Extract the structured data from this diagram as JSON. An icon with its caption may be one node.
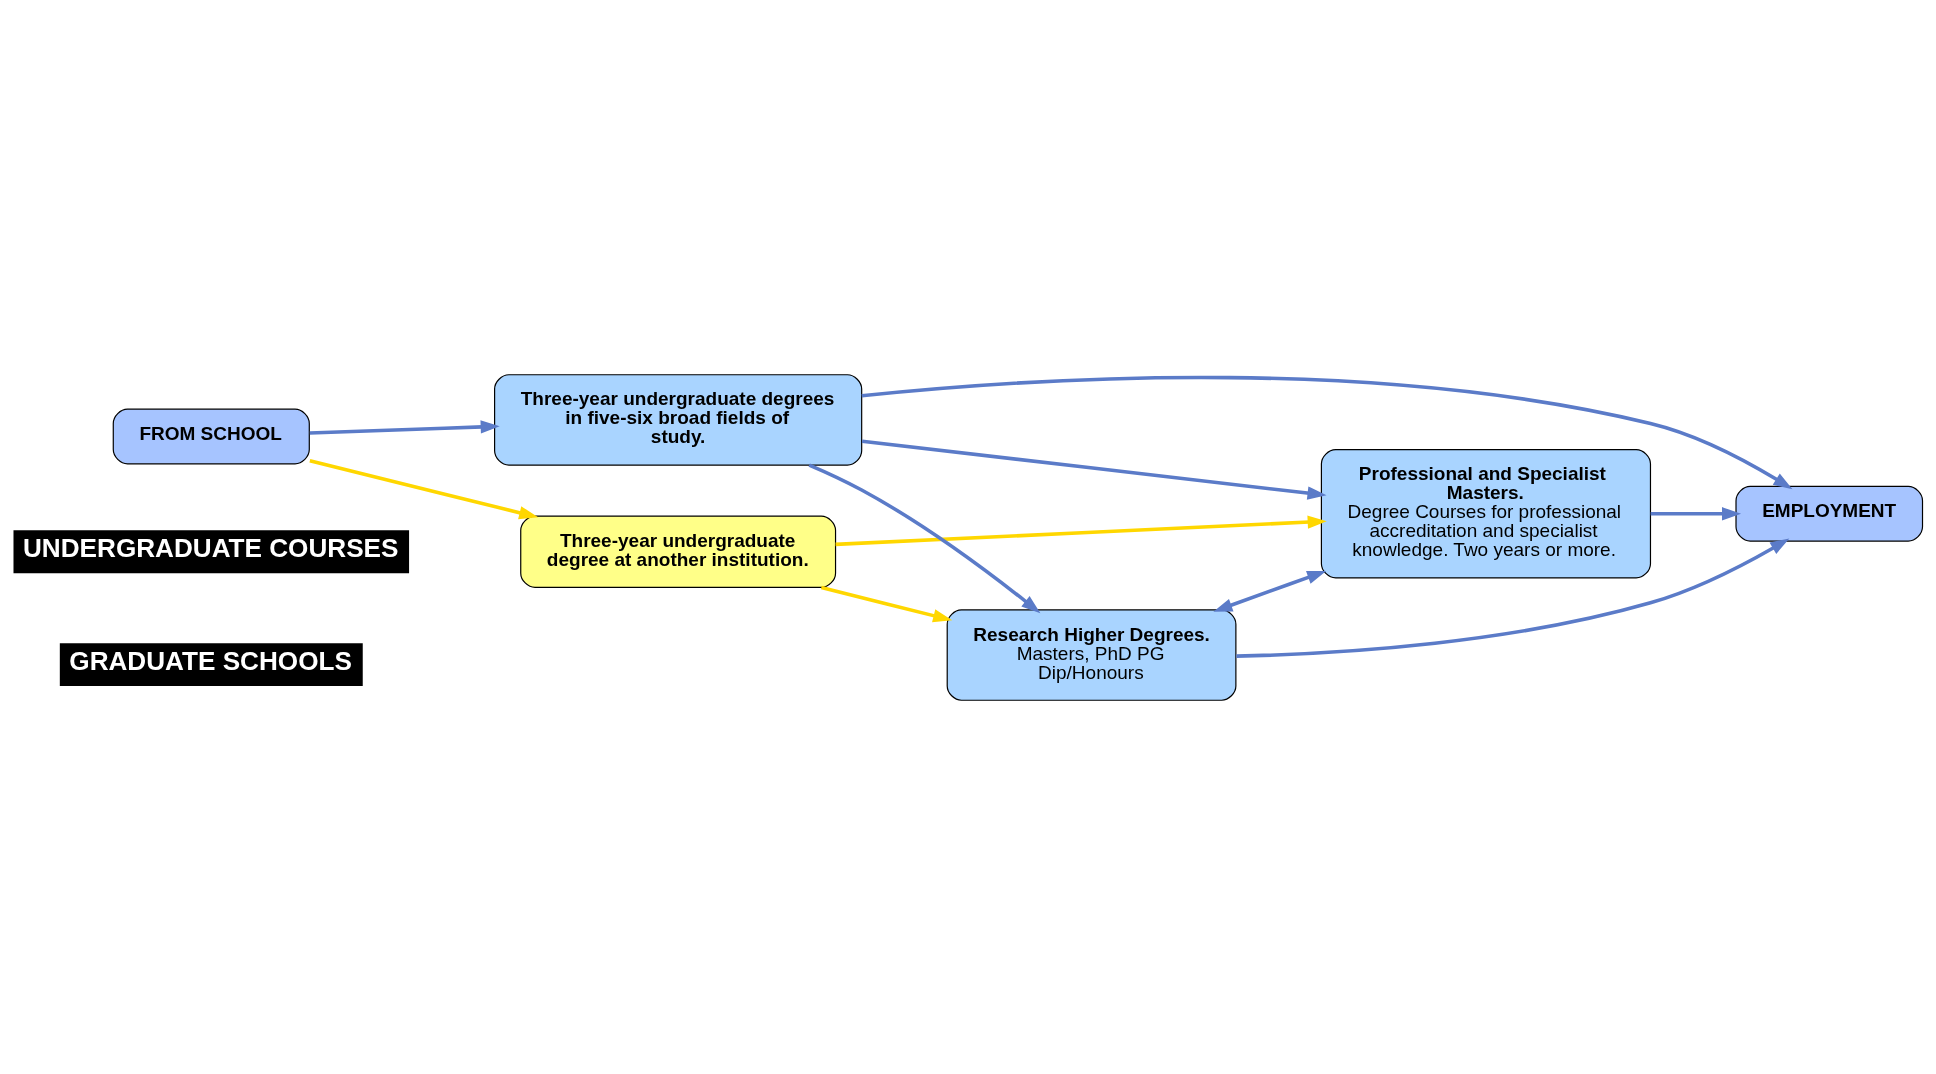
{
  "diagram": {
    "nodes": [
      {
        "text": [
          "FROM SCHOOL"
        ]
      },
      {
        "text": [
          "Three-year undergraduate degree at another institution."
        ]
      },
      {
        "text": [
          "Three-year undergraduate degrees in five-six broad fields of study."
        ]
      },
      {
        "text": [
          "Research Higher Degrees.",
          "Masters, PhD PG Dip/Honours"
        ]
      },
      {
        "text": [
          "Professional and Specialist  Masters.",
          "Degree Courses for professional accreditation and specialist knowledge. Two years or more."
        ]
      },
      {
        "text": [
          "EMPLOYMENT"
        ]
      }
    ],
    "edges": [
      {
        "from": 0,
        "to": 1,
        "arrow": "to",
        "color": "#ffd700"
      },
      {
        "from": 0,
        "to": 2,
        "arrow": "to"
      },
      {
        "from": 1,
        "to": 3,
        "arrow": "to",
        "color": "#ffd700"
      },
      {
        "from": 1,
        "to": 4,
        "arrow": "to",
        "color": "#ffd700"
      },
      {
        "from": 2,
        "to": 3,
        "arrow": "to"
      },
      {
        "from": 2,
        "to": 4,
        "arrow": "to"
      },
      {
        "from": 3,
        "to": 4,
        "arrow": "both"
      },
      {
        "from": 3,
        "to": 5,
        "arrow": "to"
      },
      {
        "from": 4,
        "to": 5,
        "arrow": "to"
      },
      {
        "from": 2,
        "to": 5,
        "arrow": "to"
      }
    ],
    "labels": [
      "UNDERGRADUATE COURSES",
      "GRADUATE SCHOOLS"
    ]
  }
}
